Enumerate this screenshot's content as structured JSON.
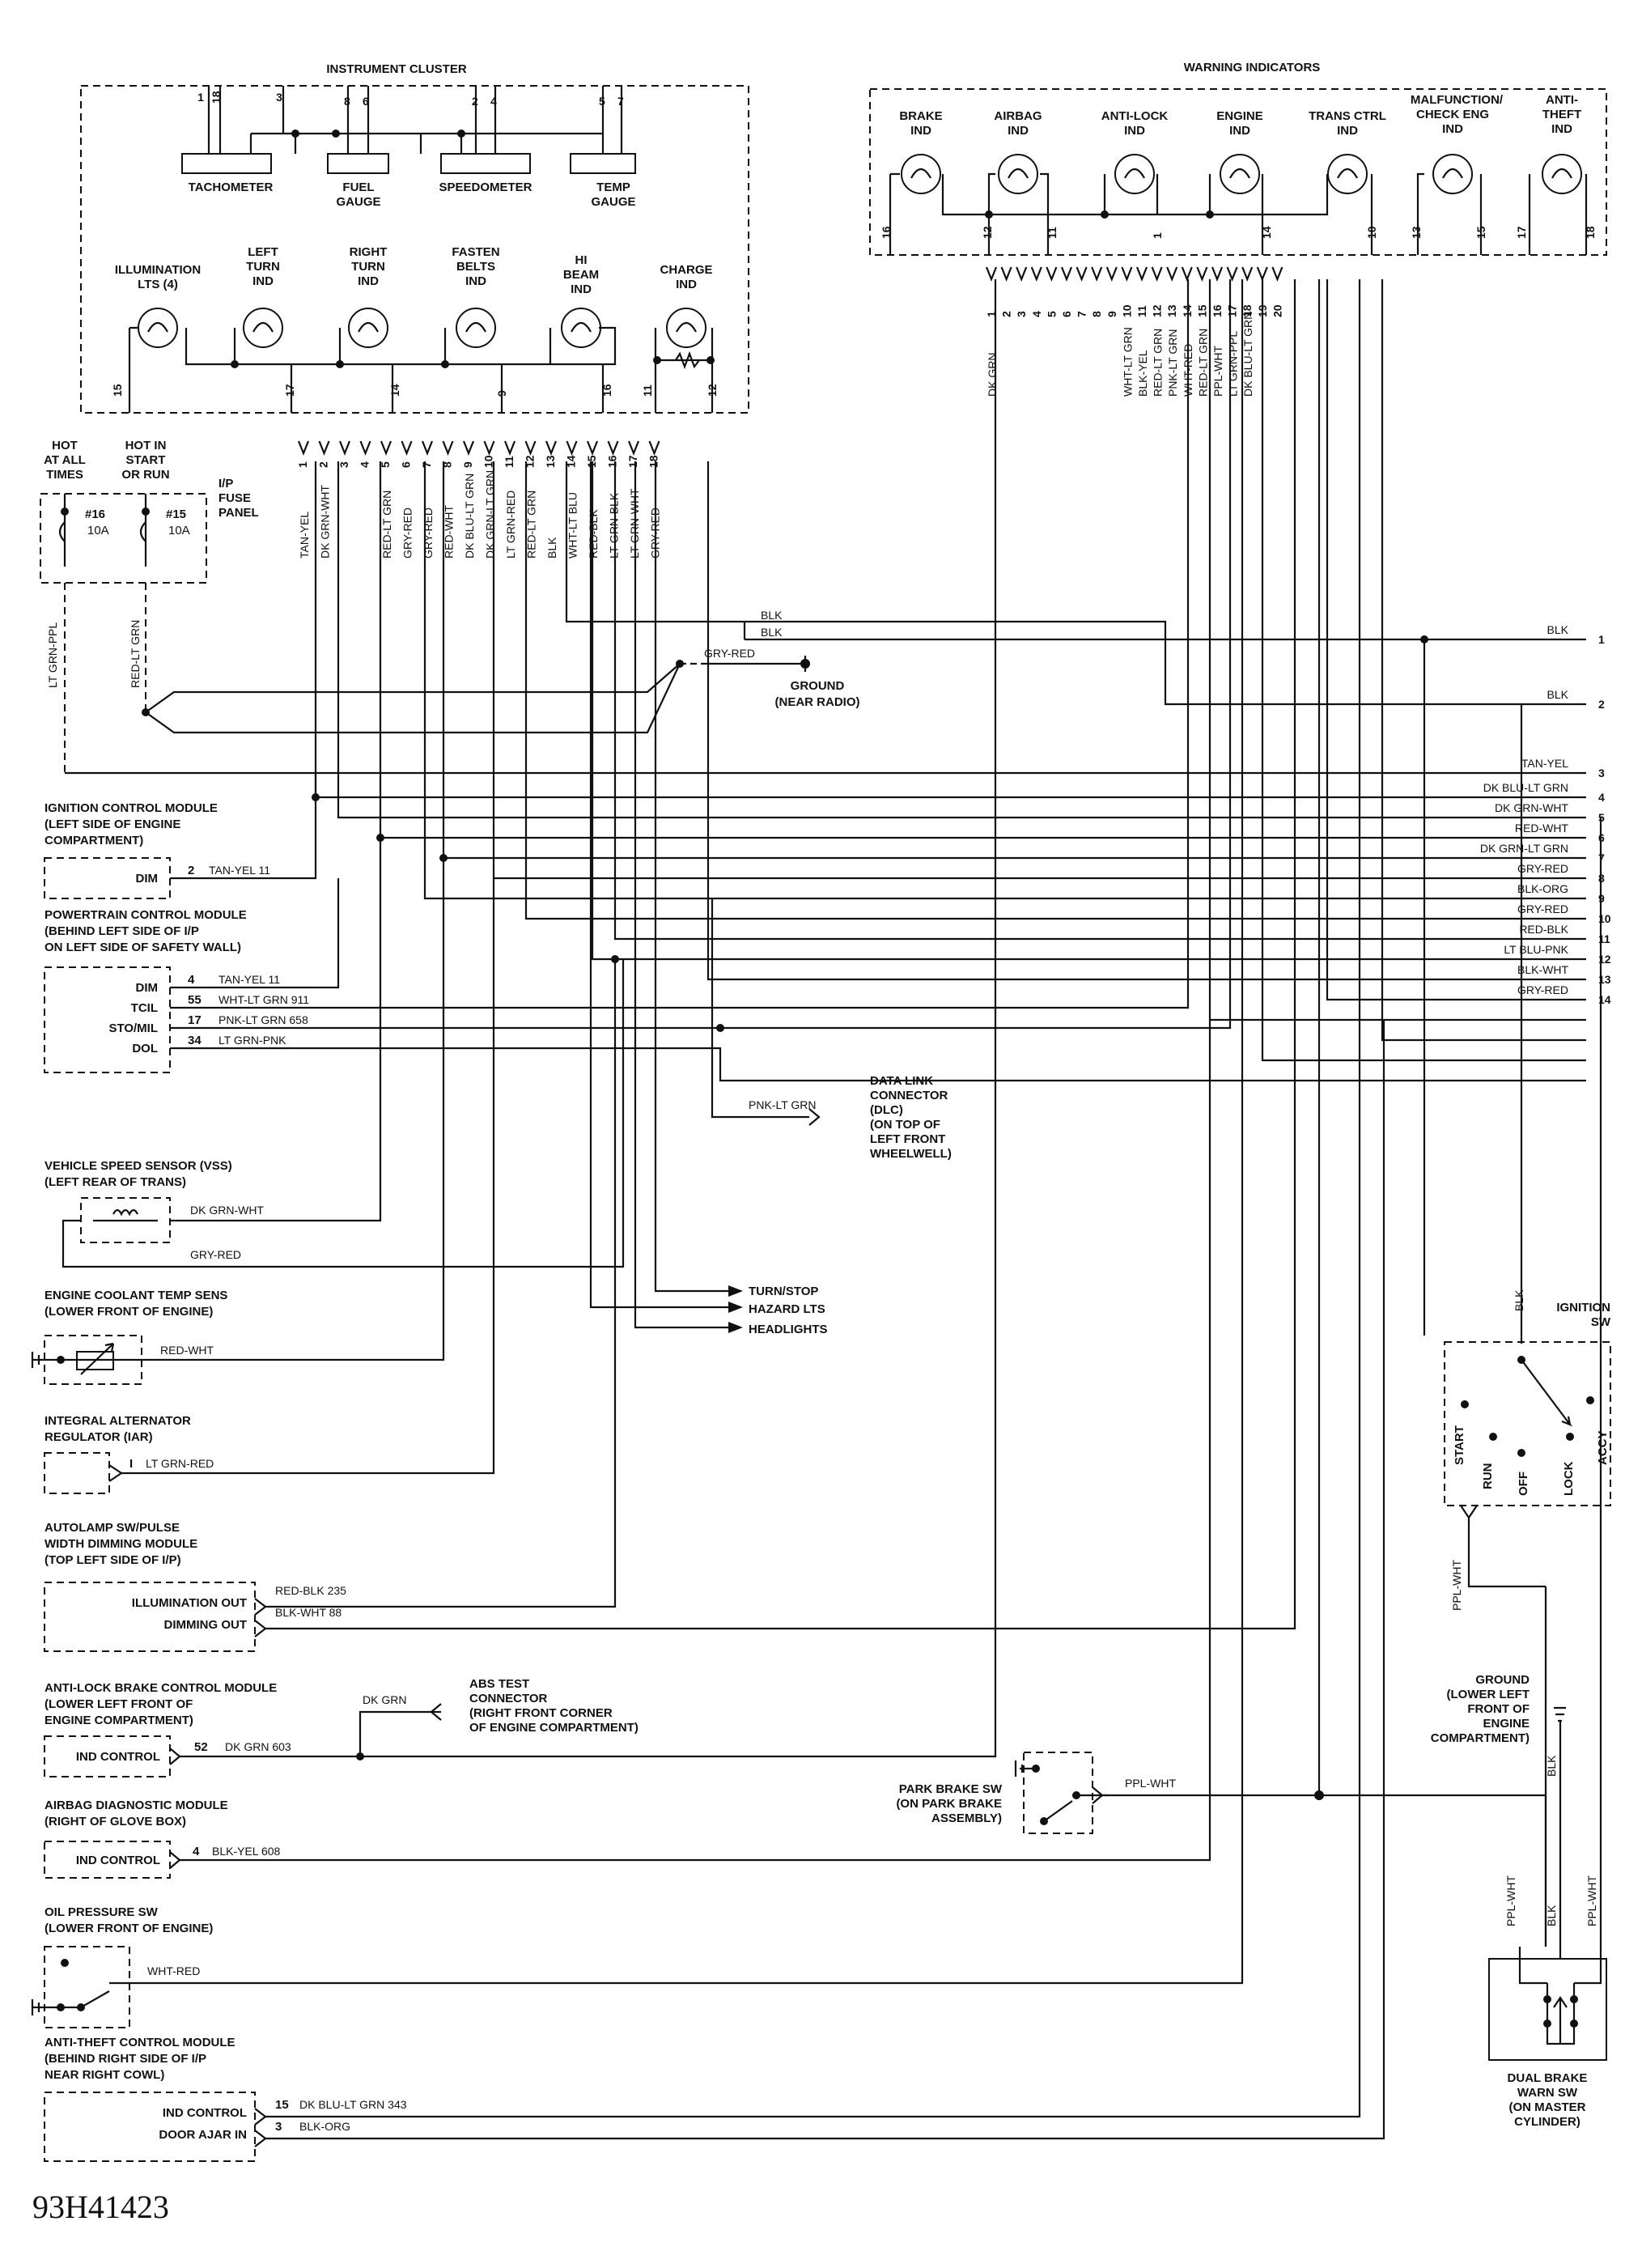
{
  "diagram_id": "93H41423",
  "instrument_cluster": {
    "title": "INSTRUMENT CLUSTER",
    "gauges": [
      "TACHOMETER",
      "FUEL GAUGE",
      "SPEEDOMETER",
      "TEMP GAUGE"
    ],
    "gauge_pins": [
      "1",
      "18",
      "3",
      "8",
      "6",
      "2",
      "4",
      "5",
      "7"
    ],
    "indicators": [
      {
        "name": "ILLUMINATION LTS (4)",
        "pin": "15"
      },
      {
        "name": "LEFT TURN IND",
        "pin": "17"
      },
      {
        "name": "RIGHT TURN IND",
        "pin": "14"
      },
      {
        "name": "FASTEN BELTS IND",
        "pin": "9"
      },
      {
        "name": "HI BEAM IND",
        "pin": "16"
      },
      {
        "name": "CHARGE IND",
        "pins": [
          "11",
          "12"
        ]
      }
    ]
  },
  "warning_indicators": {
    "title": "WARNING INDICATORS",
    "lamps": [
      {
        "name": "BRAKE IND",
        "pin": "16"
      },
      {
        "name": "AIRBAG IND",
        "pins": [
          "12",
          "11"
        ]
      },
      {
        "name": "ANTI-LOCK IND",
        "pin": "1"
      },
      {
        "name": "ENGINE IND",
        "pin": "14"
      },
      {
        "name": "TRANS CTRL IND",
        "pin": "10"
      },
      {
        "name": "MALFUNCTION/ CHECK ENG IND",
        "pins": [
          "13",
          "15"
        ]
      },
      {
        "name": "ANTI- THEFT IND",
        "pins": [
          "17",
          "18"
        ]
      }
    ]
  },
  "connector_a": {
    "pins": [
      "1",
      "2",
      "3",
      "4",
      "5",
      "6",
      "7",
      "8",
      "9",
      "10",
      "11",
      "12",
      "13",
      "14",
      "15",
      "16",
      "17",
      "18"
    ],
    "wires": [
      "TAN-YEL",
      "DK GRN-WHT",
      "RED-LT GRN",
      "GRY-RED",
      "GRY-RED",
      "RED-WHT",
      "DK BLU-LT GRN",
      "DK GRN-LT GRN",
      "LT GRN-RED",
      "RED-LT GRN",
      "BLK",
      "WHT-LT BLU",
      "RED-BLK",
      "LT GRN-BLK",
      "LT GRN-WHT",
      "GRY-RED"
    ]
  },
  "connector_b": {
    "pins": [
      "1",
      "2",
      "3",
      "4",
      "5",
      "6",
      "7",
      "8",
      "9",
      "10",
      "11",
      "12",
      "13",
      "14",
      "15",
      "16",
      "17",
      "18",
      "19",
      "20"
    ],
    "wires": [
      "DK GRN",
      "WHT-LT GRN",
      "BLK-YEL",
      "RED-LT GRN",
      "PNK-LT GRN",
      "WHT-RED",
      "RED-LT GRN",
      "PPL-WHT",
      "LT GRN-PPL",
      "DK BLU-LT GRN"
    ]
  },
  "fuse_panel": {
    "hot_always": "HOT AT ALL TIMES",
    "hot_run": "HOT IN START OR RUN",
    "name": "I/P FUSE PANEL",
    "fuse1": "#16",
    "fuse1_amp": "10A",
    "fuse2": "#15",
    "fuse2_amp": "10A",
    "wire1": "LT GRN-PPL",
    "wire2": "RED-LT GRN"
  },
  "ground_radio": {
    "wire": "GRY-RED",
    "label": "GROUND (NEAR RADIO)",
    "blk1": "BLK",
    "blk2": "BLK"
  },
  "right_bus": [
    {
      "num": "1",
      "wire": "BLK"
    },
    {
      "num": "2",
      "wire": "BLK"
    },
    {
      "num": "3",
      "wire": "TAN-YEL"
    },
    {
      "num": "4",
      "wire": "DK BLU-LT GRN"
    },
    {
      "num": "5",
      "wire": "DK GRN-WHT"
    },
    {
      "num": "6",
      "wire": "RED-WHT"
    },
    {
      "num": "7",
      "wire": "DK GRN-LT GRN"
    },
    {
      "num": "8",
      "wire": "GRY-RED"
    },
    {
      "num": "9",
      "wire": "BLK-ORG"
    },
    {
      "num": "10",
      "wire": "GRY-RED"
    },
    {
      "num": "11",
      "wire": "RED-BLK"
    },
    {
      "num": "12",
      "wire": "LT BLU-PNK"
    },
    {
      "num": "13",
      "wire": "BLK-WHT"
    },
    {
      "num": "14",
      "wire": "GRY-RED"
    }
  ],
  "modules": {
    "icm": {
      "title": "IGNITION CONTROL MODULE",
      "loc": "(LEFT SIDE OF ENGINE COMPARTMENT)",
      "pin_label": "DIM",
      "pin": "2",
      "wire": "TAN-YEL 11"
    },
    "pcm": {
      "title": "POWERTRAIN CONTROL MODULE",
      "loc": "(BEHIND LEFT SIDE OF I/P ON LEFT SIDE OF SAFETY WALL)",
      "pins": [
        {
          "label": "DIM",
          "num": "4",
          "wire": "TAN-YEL 11"
        },
        {
          "label": "TCIL",
          "num": "55",
          "wire": "WHT-LT GRN 911"
        },
        {
          "label": "STO/MIL",
          "num": "17",
          "wire": "PNK-LT GRN 658"
        },
        {
          "label": "DOL",
          "num": "34",
          "wire": "LT GRN-PNK"
        }
      ]
    },
    "dlc": {
      "wire": "PNK-LT GRN",
      "label": "DATA LINK CONNECTOR (DLC) (ON TOP OF LEFT FRONT WHEELWELL)"
    },
    "vss": {
      "title": "VEHICLE SPEED SENSOR (VSS)",
      "loc": "(LEFT REAR OF TRANS)",
      "wire1": "DK GRN-WHT",
      "wire2": "GRY-RED"
    },
    "outputs": [
      "TURN/STOP",
      "HAZARD LTS",
      "HEADLIGHTS"
    ],
    "ects": {
      "title": "ENGINE COOLANT TEMP SENS",
      "loc": "(LOWER FRONT OF ENGINE)",
      "wire": "RED-WHT"
    },
    "iar": {
      "title": "INTEGRAL ALTERNATOR",
      "title2": "REGULATOR (IAR)",
      "pin": "I",
      "wire": "LT GRN-RED"
    },
    "autolamp": {
      "title": "AUTOLAMP SW/PULSE",
      "title2": "WIDTH DIMMING MODULE",
      "loc": "(TOP LEFT SIDE OF I/P)",
      "pin1": "ILLUMINATION OUT",
      "wire1": "RED-BLK 235",
      "pin2": "DIMMING OUT",
      "wire2": "BLK-WHT 88"
    },
    "abs": {
      "title": "ANTI-LOCK BRAKE CONTROL MODULE",
      "loc": "(LOWER LEFT FRONT OF ENGINE COMPARTMENT)",
      "pin_label": "IND CONTROL",
      "pin": "52",
      "wire": "DK GRN 603",
      "branch_wire": "DK GRN",
      "test": "ABS TEST CONNECTOR (RIGHT FRONT CORNER OF ENGINE COMPARTMENT)"
    },
    "airbag": {
      "title": "AIRBAG DIAGNOSTIC MODULE",
      "loc": "(RIGHT OF GLOVE BOX)",
      "pin_label": "IND CONTROL",
      "pin": "4",
      "wire": "BLK-YEL 608"
    },
    "oil": {
      "title": "OIL PRESSURE SW",
      "loc": "(LOWER FRONT OF ENGINE)",
      "wire": "WHT-RED"
    },
    "antitheft": {
      "title": "ANTI-THEFT CONTROL MODULE",
      "loc": "(BEHIND RIGHT SIDE OF I/P NEAR RIGHT COWL)",
      "pin1_label": "IND CONTROL",
      "pin1": "15",
      "wire1": "DK BLU-LT GRN 343",
      "pin2_label": "DOOR AJAR IN",
      "pin2": "3",
      "wire2": "BLK-ORG"
    },
    "park_brake": {
      "label": "PARK BRAKE SW (ON PARK BRAKE ASSEMBLY)",
      "wire": "PPL-WHT"
    }
  },
  "ignition_sw": {
    "title": "IGNITION SW",
    "wire_in": "BLK",
    "wire_out": "PPL-WHT",
    "positions": [
      "START",
      "RUN",
      "OFF",
      "LOCK",
      "ACCY"
    ]
  },
  "dual_brake": {
    "ground": "GROUND (LOWER LEFT FRONT OF ENGINE COMPARTMENT)",
    "gnd_wire": "BLK",
    "wires": [
      "PPL-WHT",
      "BLK",
      "PPL-WHT"
    ],
    "label": "DUAL BRAKE WARN SW (ON MASTER CYLINDER)"
  }
}
